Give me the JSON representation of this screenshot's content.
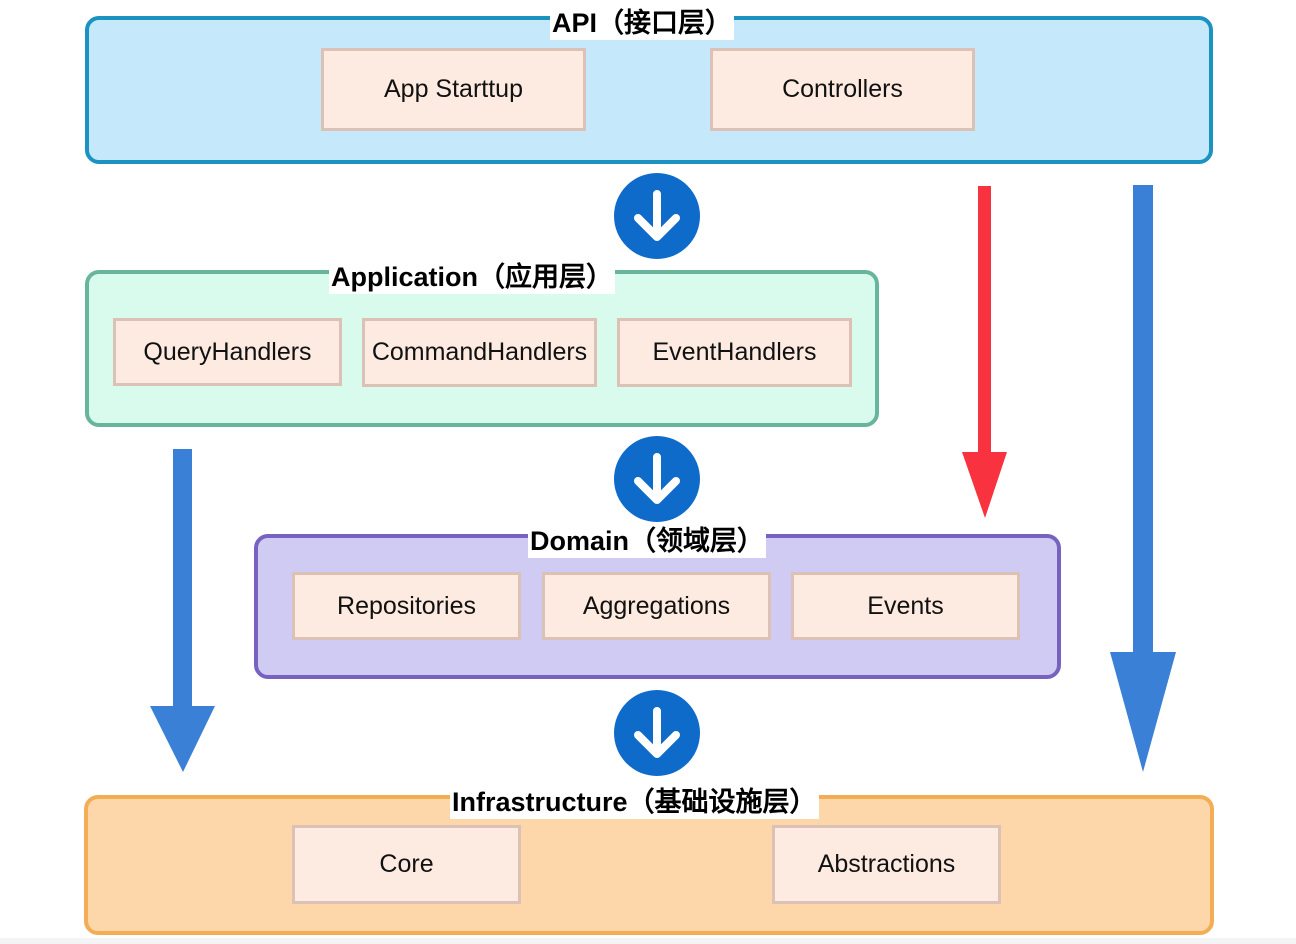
{
  "layers": {
    "api": {
      "title": "API（接口层）",
      "modules": [
        "App Starttup",
        "Controllers"
      ],
      "fill": "#c6e8fb",
      "border": "#1c92c0"
    },
    "application": {
      "title": "Application（应用层）",
      "modules": [
        "QueryHandlers",
        "CommandHandlers",
        "EventHandlers"
      ],
      "fill": "#d9fbee",
      "border": "#69b49d"
    },
    "domain": {
      "title": "Domain（领域层）",
      "modules": [
        "Repositories",
        "Aggregations",
        "Events"
      ],
      "fill": "#cfcbf3",
      "border": "#7763bf"
    },
    "infrastructure": {
      "title": "Infrastructure（基础设施层）",
      "modules": [
        "Core",
        "Abstractions"
      ],
      "fill": "#fdd6a9",
      "border": "#f2ad55"
    }
  },
  "icons": {
    "down_arrow_circle": {
      "name": "arrow-down-circle-icon",
      "color": "#0f6bca"
    }
  },
  "arrows": {
    "blue": "#3a80d6",
    "red": "#f8323e"
  }
}
